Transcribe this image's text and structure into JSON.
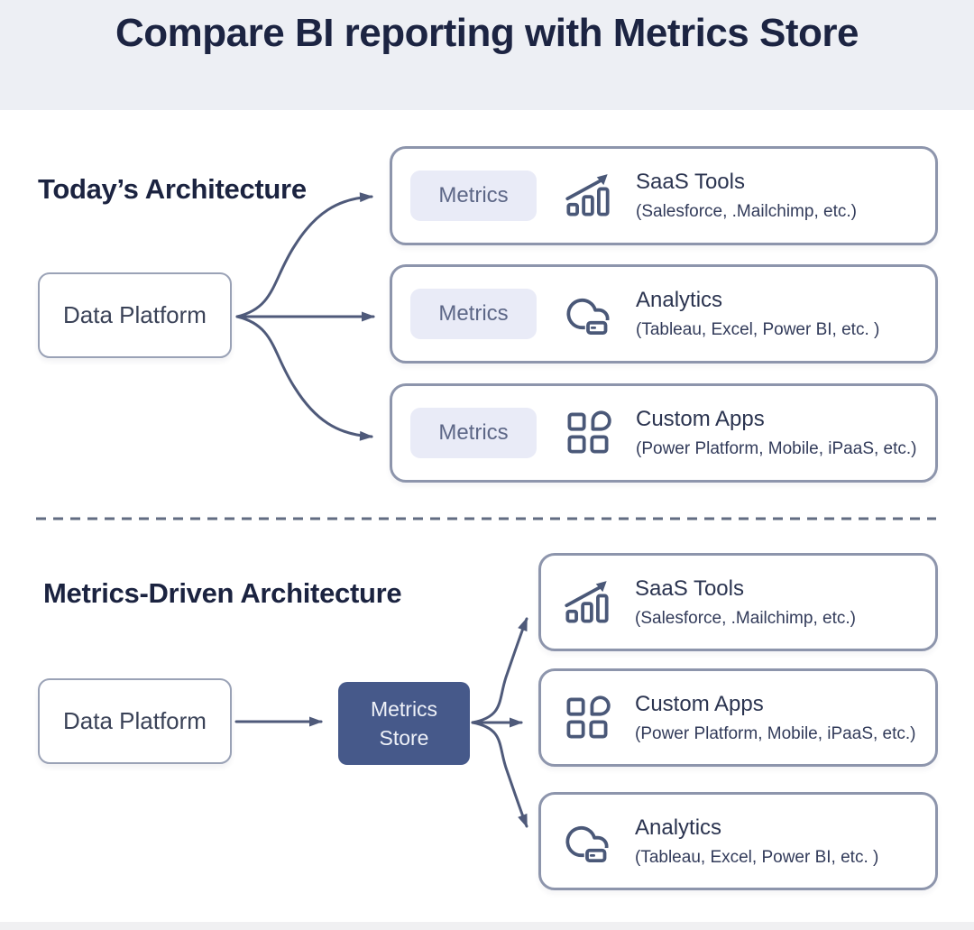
{
  "header": {
    "title": "Compare BI reporting with Metrics Store"
  },
  "colors": {
    "header_bg": "#edeff4",
    "heading_text": "#1b2340",
    "card_border": "#8d95ac",
    "source_border": "#9aa2b6",
    "arrow": "#4f5a7a",
    "chip_bg": "#e9ebf7",
    "chip_text": "#5d6787",
    "icon": "#4a5878",
    "metrics_store_bg": "#46598a",
    "metrics_store_text": "#eef1f8"
  },
  "today": {
    "heading": "Today’s Architecture",
    "source_label": "Data Platform",
    "chip_label": "Metrics",
    "cards": [
      {
        "icon": "growth-chart-icon",
        "title": "SaaS Tools",
        "subtitle": "(Salesforce, .Mailchimp, etc.)"
      },
      {
        "icon": "cloud-analytics-icon",
        "title": "Analytics",
        "subtitle": "(Tableau, Excel, Power BI, etc. )"
      },
      {
        "icon": "app-grid-icon",
        "title": "Custom Apps",
        "subtitle": "(Power Platform, Mobile, iPaaS, etc.)"
      }
    ]
  },
  "metrics_driven": {
    "heading": "Metrics-Driven Architecture",
    "source_label": "Data Platform",
    "store_line1": "Metrics",
    "store_line2": "Store",
    "cards": [
      {
        "icon": "growth-chart-icon",
        "title": "SaaS Tools",
        "subtitle": "(Salesforce, .Mailchimp, etc.)"
      },
      {
        "icon": "app-grid-icon",
        "title": "Custom Apps",
        "subtitle": "(Power Platform, Mobile, iPaaS, etc.)"
      },
      {
        "icon": "cloud-analytics-icon",
        "title": "Analytics",
        "subtitle": "(Tableau, Excel, Power BI, etc. )"
      }
    ]
  }
}
